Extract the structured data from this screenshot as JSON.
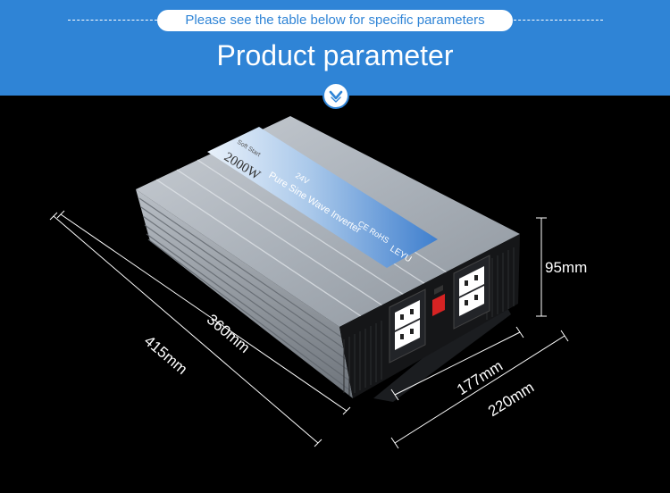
{
  "banner": {
    "subtitle": "Please see the table below for specific parameters",
    "title": "Product parameter",
    "color": "#2f84d6"
  },
  "scroll_icon": "chevron-down-circle-icon",
  "product": {
    "brand": "LEYU",
    "power_label": "2000W",
    "model_label": "Pure Sine Wave Inverter",
    "voltage_label": "24V",
    "cert_label": "CE RoHS",
    "small_label": "Soft Start"
  },
  "dimensions": {
    "length_outer": "415mm",
    "length_inner": "360mm",
    "height": "95mm",
    "width_inner": "177mm",
    "width_outer": "220mm"
  }
}
